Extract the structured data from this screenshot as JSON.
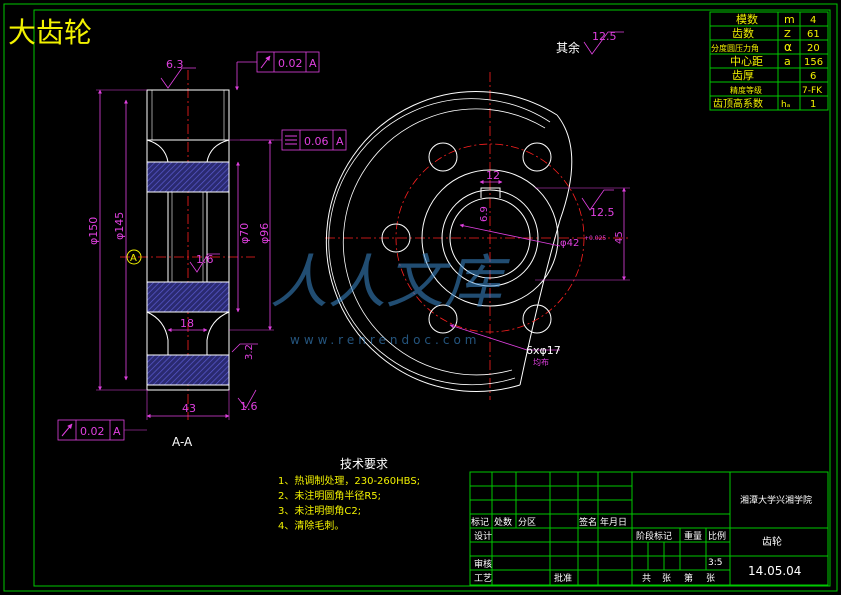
{
  "title": "大齿轮",
  "section_label": "A-A",
  "qiyu": "其余",
  "ra_other": "12.5",
  "colors": {
    "background": "#000000",
    "frame": "#00c800",
    "outline": "#ffffff",
    "dimension": "#e040e0",
    "centerline": "#ff2020",
    "hatch": "#3a3aa8",
    "text": "#f2f200"
  },
  "params": [
    {
      "name": "模数",
      "sym": "m",
      "val": "4"
    },
    {
      "name": "齿数",
      "sym": "Z",
      "val": "61"
    },
    {
      "name": "分度圆压力角",
      "sym": "α",
      "val": "20"
    },
    {
      "name": "中心距",
      "sym": "a",
      "val": "156"
    },
    {
      "name": "齿厚",
      "sym": "",
      "val": "6"
    },
    {
      "name": "精度等级",
      "sym": "",
      "val": "7-FK"
    },
    {
      "name": "齿顶高系数",
      "sym": "hₐ",
      "val": "1"
    }
  ],
  "dims": {
    "ra_top": "6.3",
    "runout_top": "0.02",
    "runout_bottom": "0.02",
    "sym_tol": "0.06",
    "datum": "A",
    "d150": "φ150",
    "d145": "φ145",
    "d70": "φ70",
    "d96": "φ96",
    "ra_face": "1.6",
    "w18": "18",
    "w43": "43",
    "r32": "3.2",
    "ra_bottom": "1.6",
    "key_w": "12",
    "key_t": "6.9",
    "ra_right": "12.5",
    "bore_dim": "45",
    "bore_d": "φ42",
    "bore_tol": "+0.025",
    "holes": "6xφ17",
    "holes_note": "均布"
  },
  "tech_req": {
    "heading": "技术要求",
    "items": [
      "1、热调制处理，230-260HBS;",
      "2、未注明圆角半径R5;",
      "3、未注明倒角C2;",
      "4、清除毛刺。"
    ]
  },
  "watermark": {
    "cn": "人人文库",
    "url": "www.renrendoc.com"
  },
  "title_block": {
    "school": "湘潭大学兴湘学院",
    "part_name": "齿轮",
    "date": "14.05.04",
    "scale": "3:5",
    "l_mark": "标记",
    "l_count": "处数",
    "l_zone": "分区",
    "l_sign": "签名",
    "l_ymd": "年月日",
    "l_design": "设计",
    "l_check": "审核",
    "l_process": "工艺",
    "l_approve": "批准",
    "l_stage": "阶段标记",
    "l_weight": "重量",
    "l_ratio": "比例",
    "l_total": "共",
    "l_sheet": "张",
    "l_di": "第",
    "l_sheet2": "张"
  }
}
